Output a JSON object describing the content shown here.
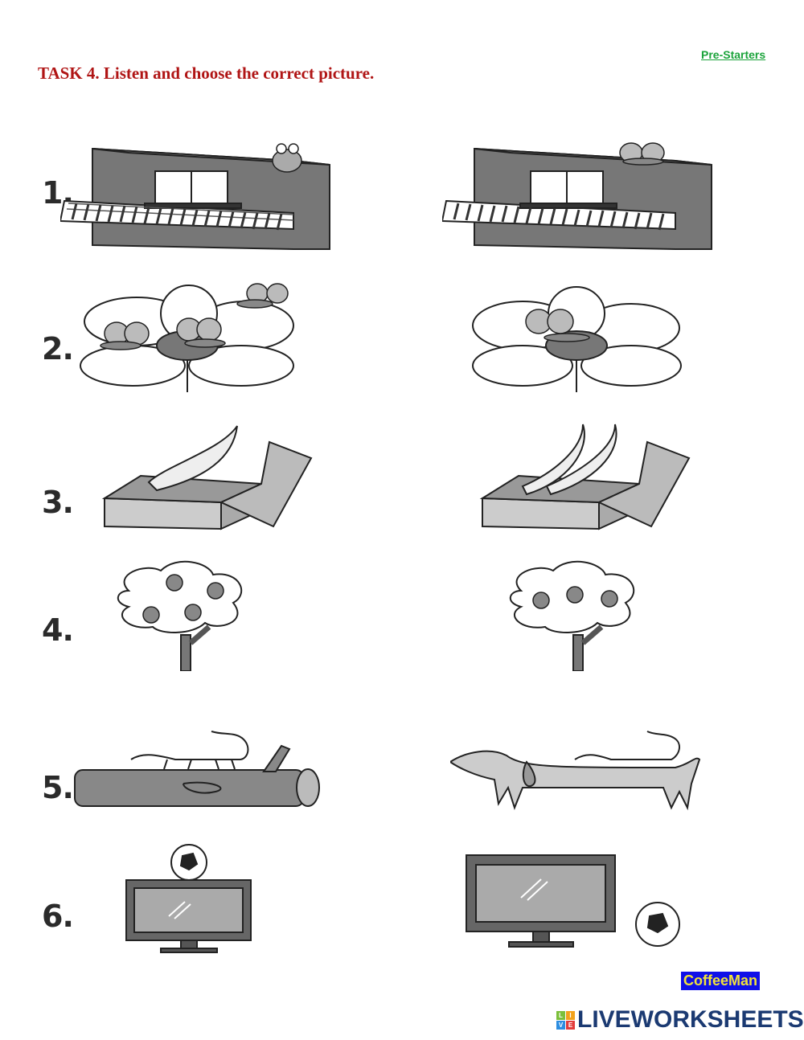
{
  "header": {
    "level": "Pre-Starters",
    "title": "TASK 4. Listen and choose the correct picture."
  },
  "questions": [
    {
      "number": "1."
    },
    {
      "number": "2."
    },
    {
      "number": "3."
    },
    {
      "number": "4."
    },
    {
      "number": "5."
    },
    {
      "number": "6."
    }
  ],
  "footer": {
    "author": "CoffeeMan",
    "brand": "LIVEWORKSHEETS",
    "logo_letters": [
      "L",
      "I",
      "V",
      "E"
    ]
  },
  "colors": {
    "title": "#b01515",
    "level": "#1aa33a",
    "author_bg": "#1010e8",
    "author_text": "#f2e33a",
    "brand": "#1b3a72"
  }
}
